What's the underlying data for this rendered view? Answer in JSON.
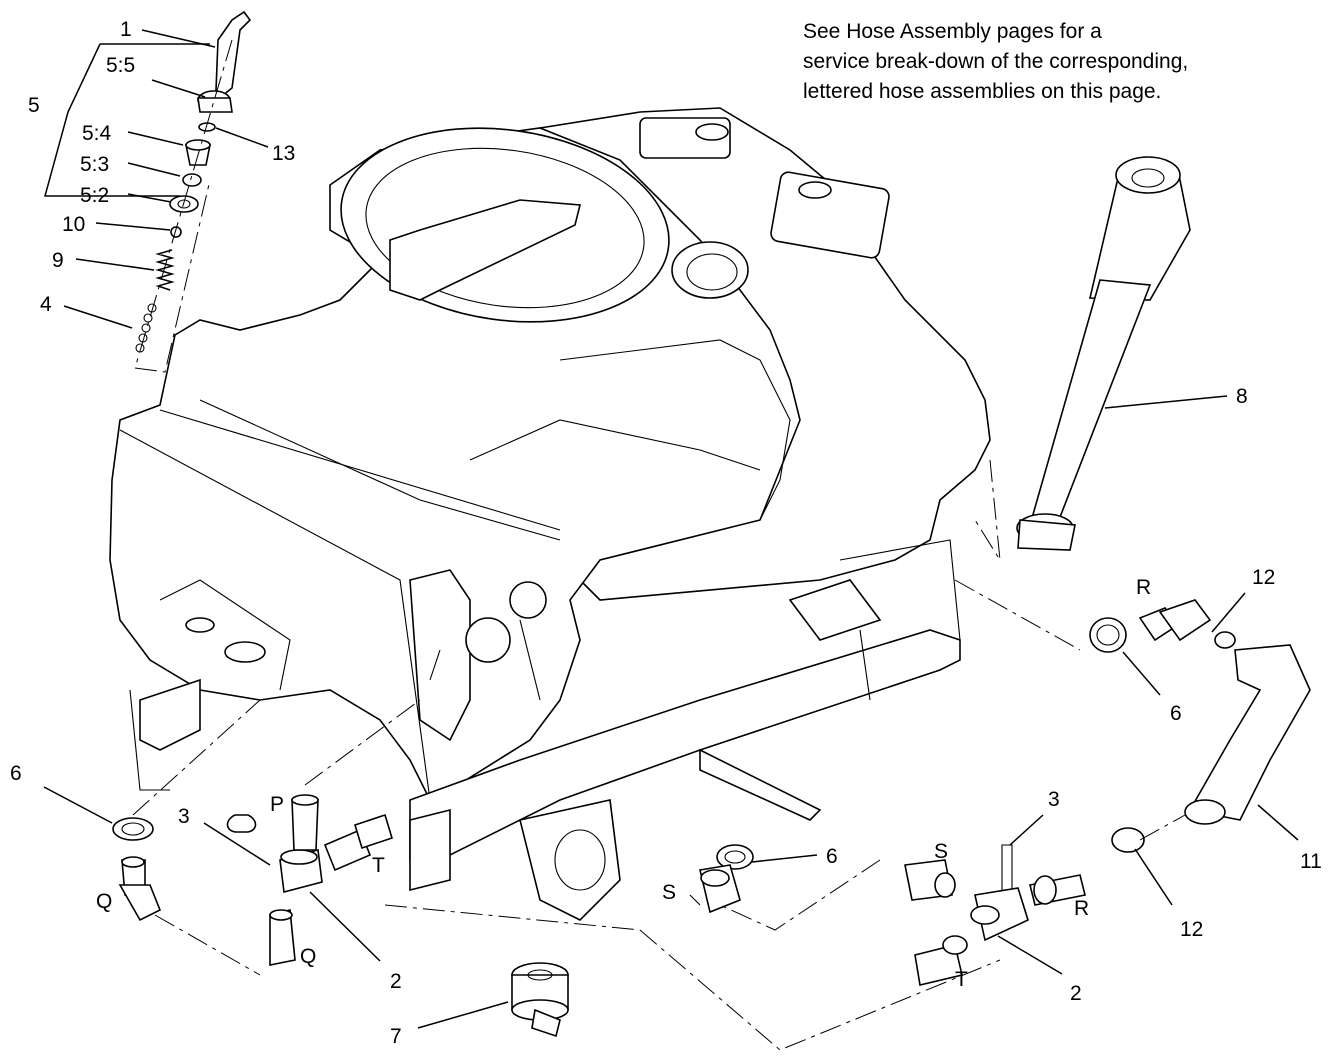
{
  "note": {
    "lines": [
      "See Hose Assembly pages for a",
      "service break-down of the corresponding,",
      "lettered hose assemblies on this page."
    ]
  },
  "callouts": [
    {
      "id": "c-1",
      "text": "1"
    },
    {
      "id": "c-5-5",
      "text": "5:5"
    },
    {
      "id": "c-5",
      "text": "5"
    },
    {
      "id": "c-5-4",
      "text": "5:4"
    },
    {
      "id": "c-13",
      "text": "13"
    },
    {
      "id": "c-5-3",
      "text": "5:3"
    },
    {
      "id": "c-5-2",
      "text": "5:2"
    },
    {
      "id": "c-10",
      "text": "10"
    },
    {
      "id": "c-9",
      "text": "9"
    },
    {
      "id": "c-4",
      "text": "4"
    },
    {
      "id": "c-8",
      "text": "8"
    },
    {
      "id": "c-r-top",
      "text": "R"
    },
    {
      "id": "c-12-top",
      "text": "12"
    },
    {
      "id": "c-6-right",
      "text": "6"
    },
    {
      "id": "c-11",
      "text": "11"
    },
    {
      "id": "c-6-left",
      "text": "6"
    },
    {
      "id": "c-3-left",
      "text": "3"
    },
    {
      "id": "c-p",
      "text": "P"
    },
    {
      "id": "c-t-left",
      "text": "T"
    },
    {
      "id": "c-q-left",
      "text": "Q"
    },
    {
      "id": "c-q-bottom",
      "text": "Q"
    },
    {
      "id": "c-2-left",
      "text": "2"
    },
    {
      "id": "c-7",
      "text": "7"
    },
    {
      "id": "c-6-mid",
      "text": "6"
    },
    {
      "id": "c-s-left",
      "text": "S"
    },
    {
      "id": "c-3-right",
      "text": "3"
    },
    {
      "id": "c-s-right",
      "text": "S"
    },
    {
      "id": "c-r-bottom",
      "text": "R"
    },
    {
      "id": "c-12-bottom",
      "text": "12"
    },
    {
      "id": "c-t-right",
      "text": "T"
    },
    {
      "id": "c-2-right",
      "text": "2"
    }
  ]
}
